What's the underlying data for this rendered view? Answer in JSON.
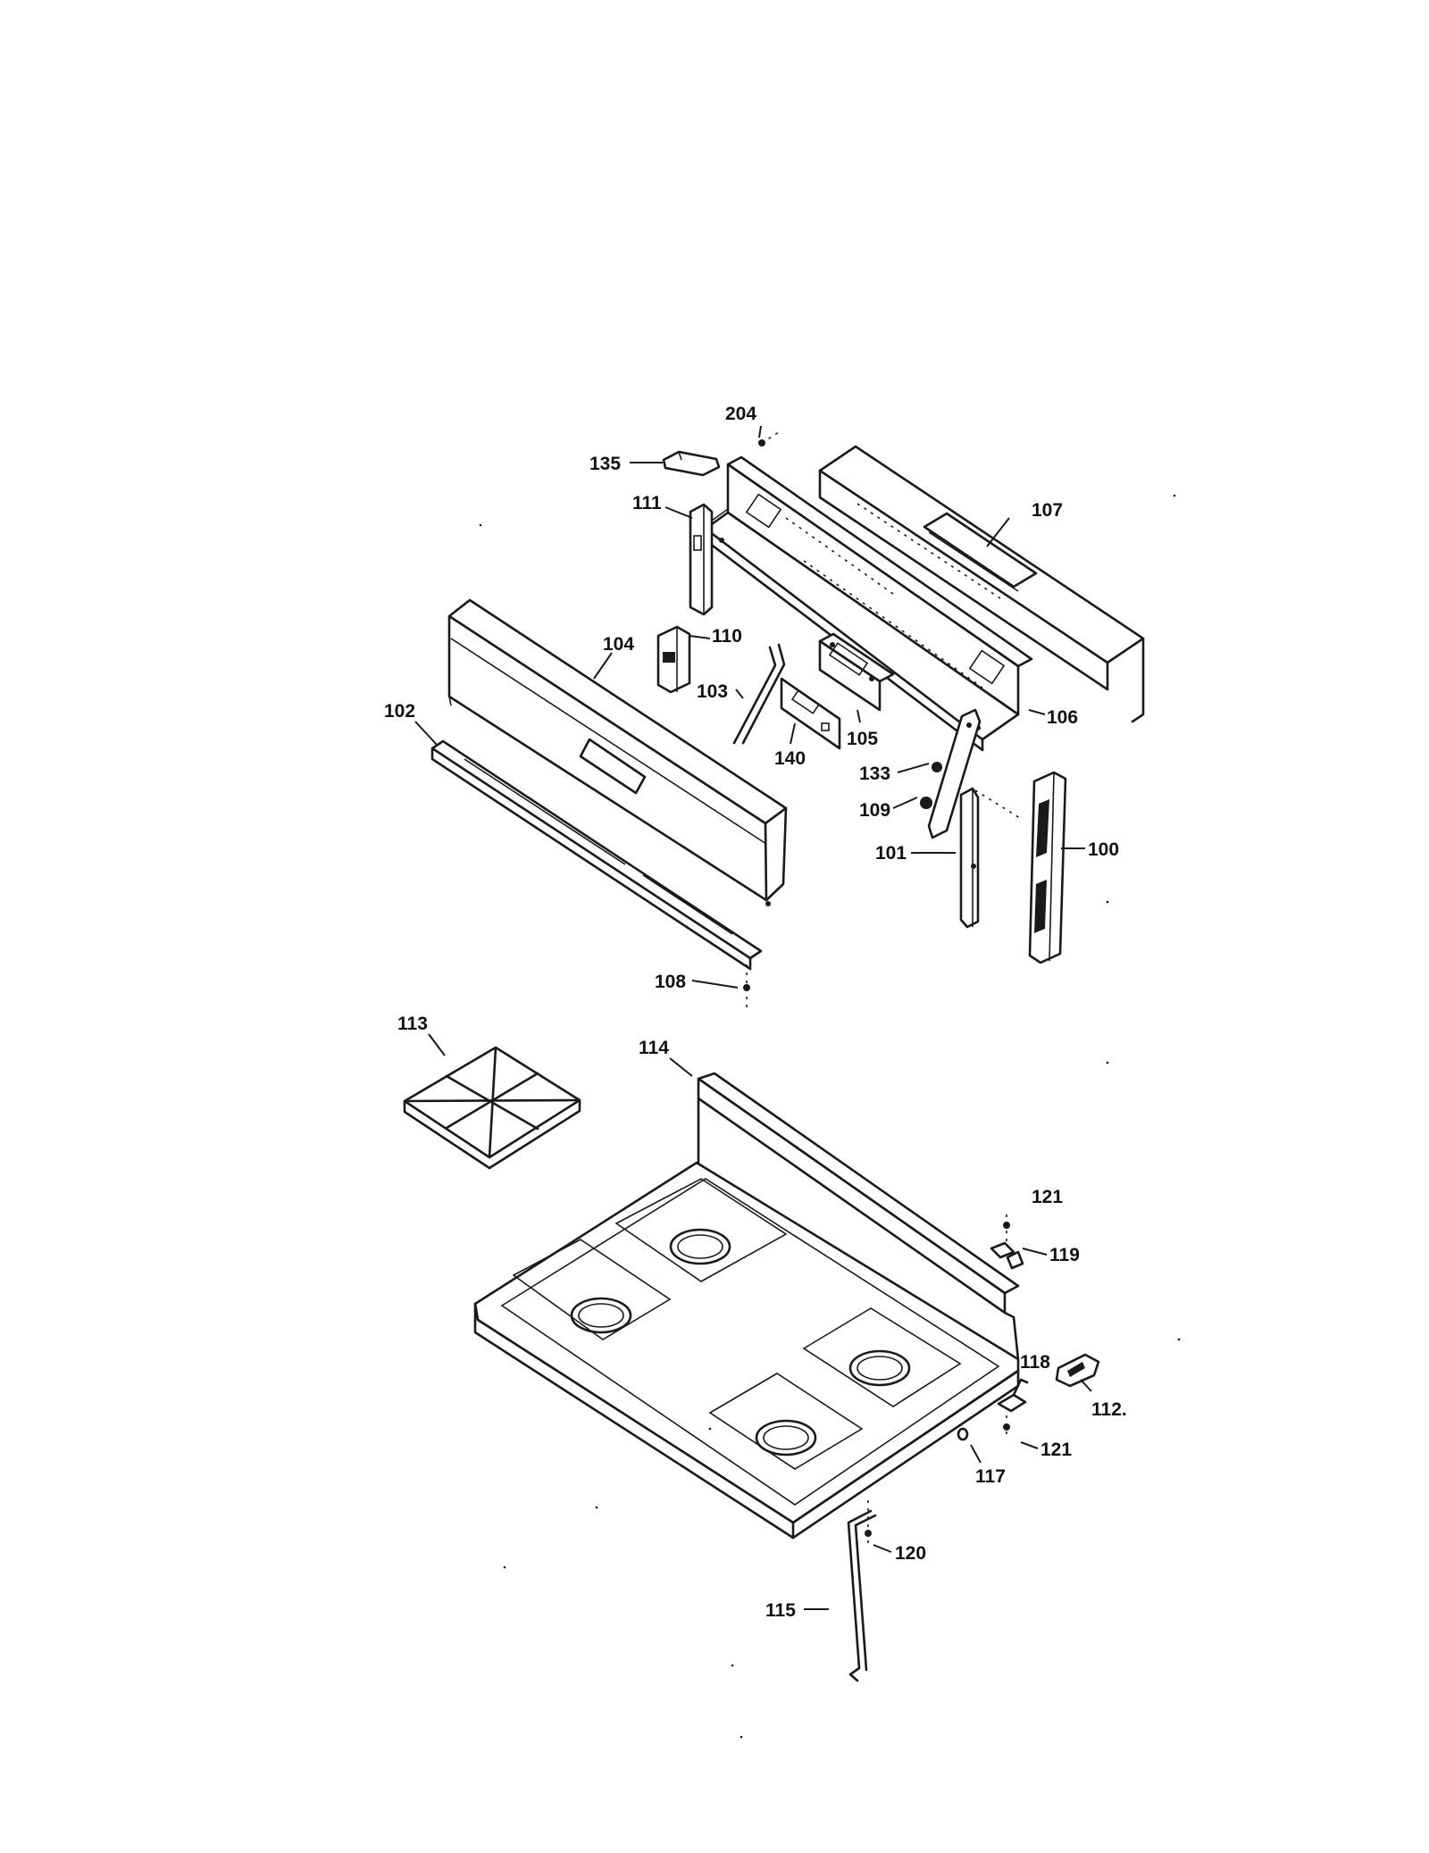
{
  "labels": {
    "p204": "204",
    "p135": "135",
    "p111": "111",
    "p107": "107",
    "p104": "104",
    "p110": "110",
    "p102": "102",
    "p103": "103",
    "p140": "140",
    "p105": "105",
    "p106": "106",
    "p133": "133",
    "p109": "109",
    "p101": "101",
    "p100": "100",
    "p108": "108",
    "p113": "113",
    "p114": "114",
    "p121a": "121",
    "p119": "119",
    "p118": "118",
    "p112": "112.",
    "p121b": "121",
    "p117": "117",
    "p120": "120",
    "p115": "115"
  }
}
